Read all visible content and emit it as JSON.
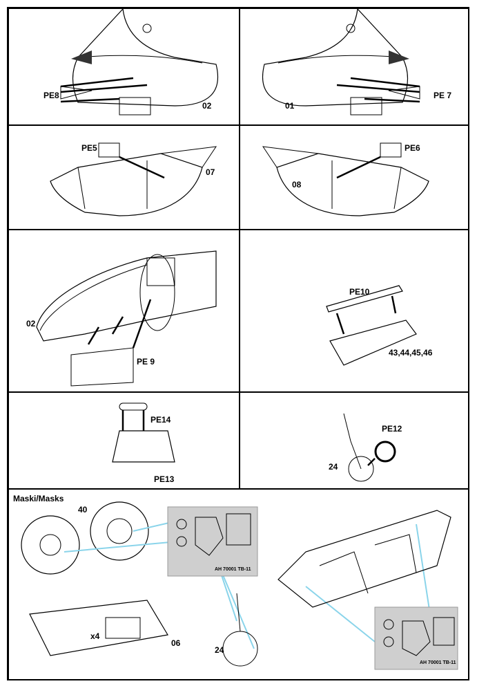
{
  "panels": {
    "p1": {
      "part_left": "PE8",
      "part_right": "02"
    },
    "p2": {
      "part_left": "01",
      "part_right": "PE 7"
    },
    "p3": {
      "part_pe": "PE5",
      "part_num": "07"
    },
    "p4": {
      "part_pe": "PE6",
      "part_num": "08"
    },
    "p5": {
      "part_num": "02",
      "part_pe": "PE 9"
    },
    "p6": {
      "part_pe": "PE10",
      "part_nums": "43,44,45,46"
    },
    "p7": {
      "part_top": "PE14",
      "part_bottom": "PE13"
    },
    "p8": {
      "part_pe": "PE12",
      "part_num": "24"
    },
    "masks": {
      "title": "Maski/Masks",
      "wheel_label": "40",
      "multiplier": "x4",
      "panel_label": "06",
      "gear_label": "24",
      "sheet_code": "AH 70001 TB-11"
    }
  },
  "colors": {
    "line": "#000000",
    "callout": "#8ad4ea",
    "sheet": "#cfcfcf",
    "gray": "#888888"
  }
}
